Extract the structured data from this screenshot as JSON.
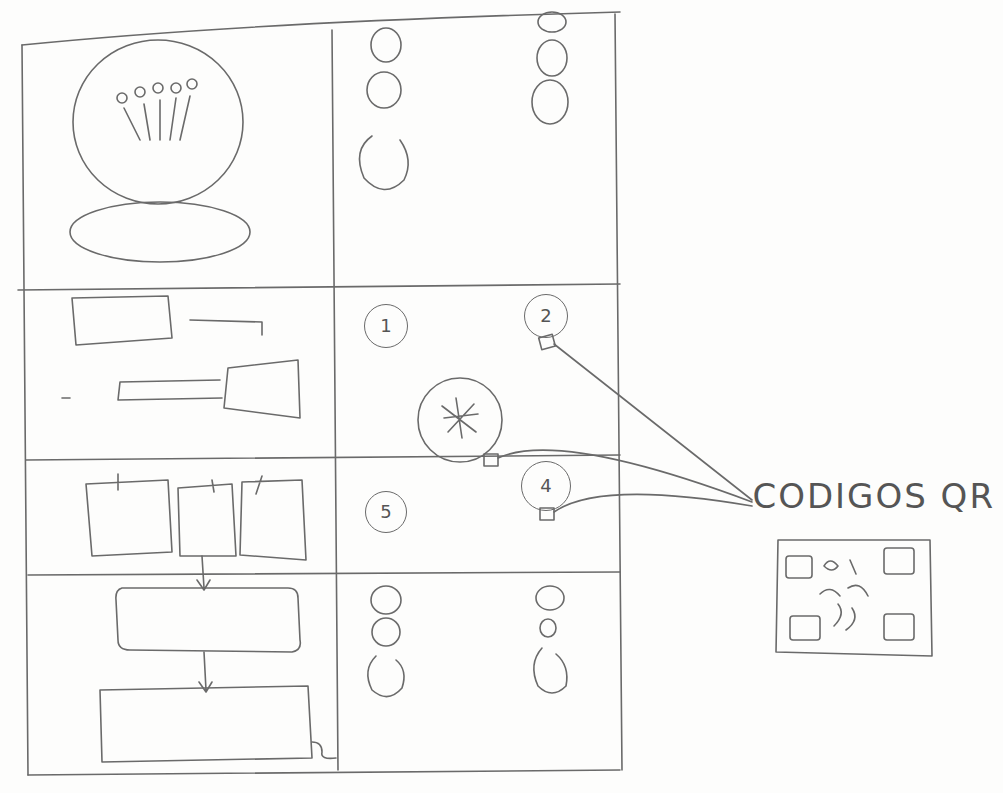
{
  "diagram": {
    "nodes": [
      {
        "text": [
          "1"
        ]
      },
      {
        "text": [
          "2"
        ]
      },
      {
        "text": [
          "5"
        ]
      },
      {
        "text": [
          "4"
        ]
      }
    ],
    "labels": [
      "CODIGOS QR"
    ]
  }
}
